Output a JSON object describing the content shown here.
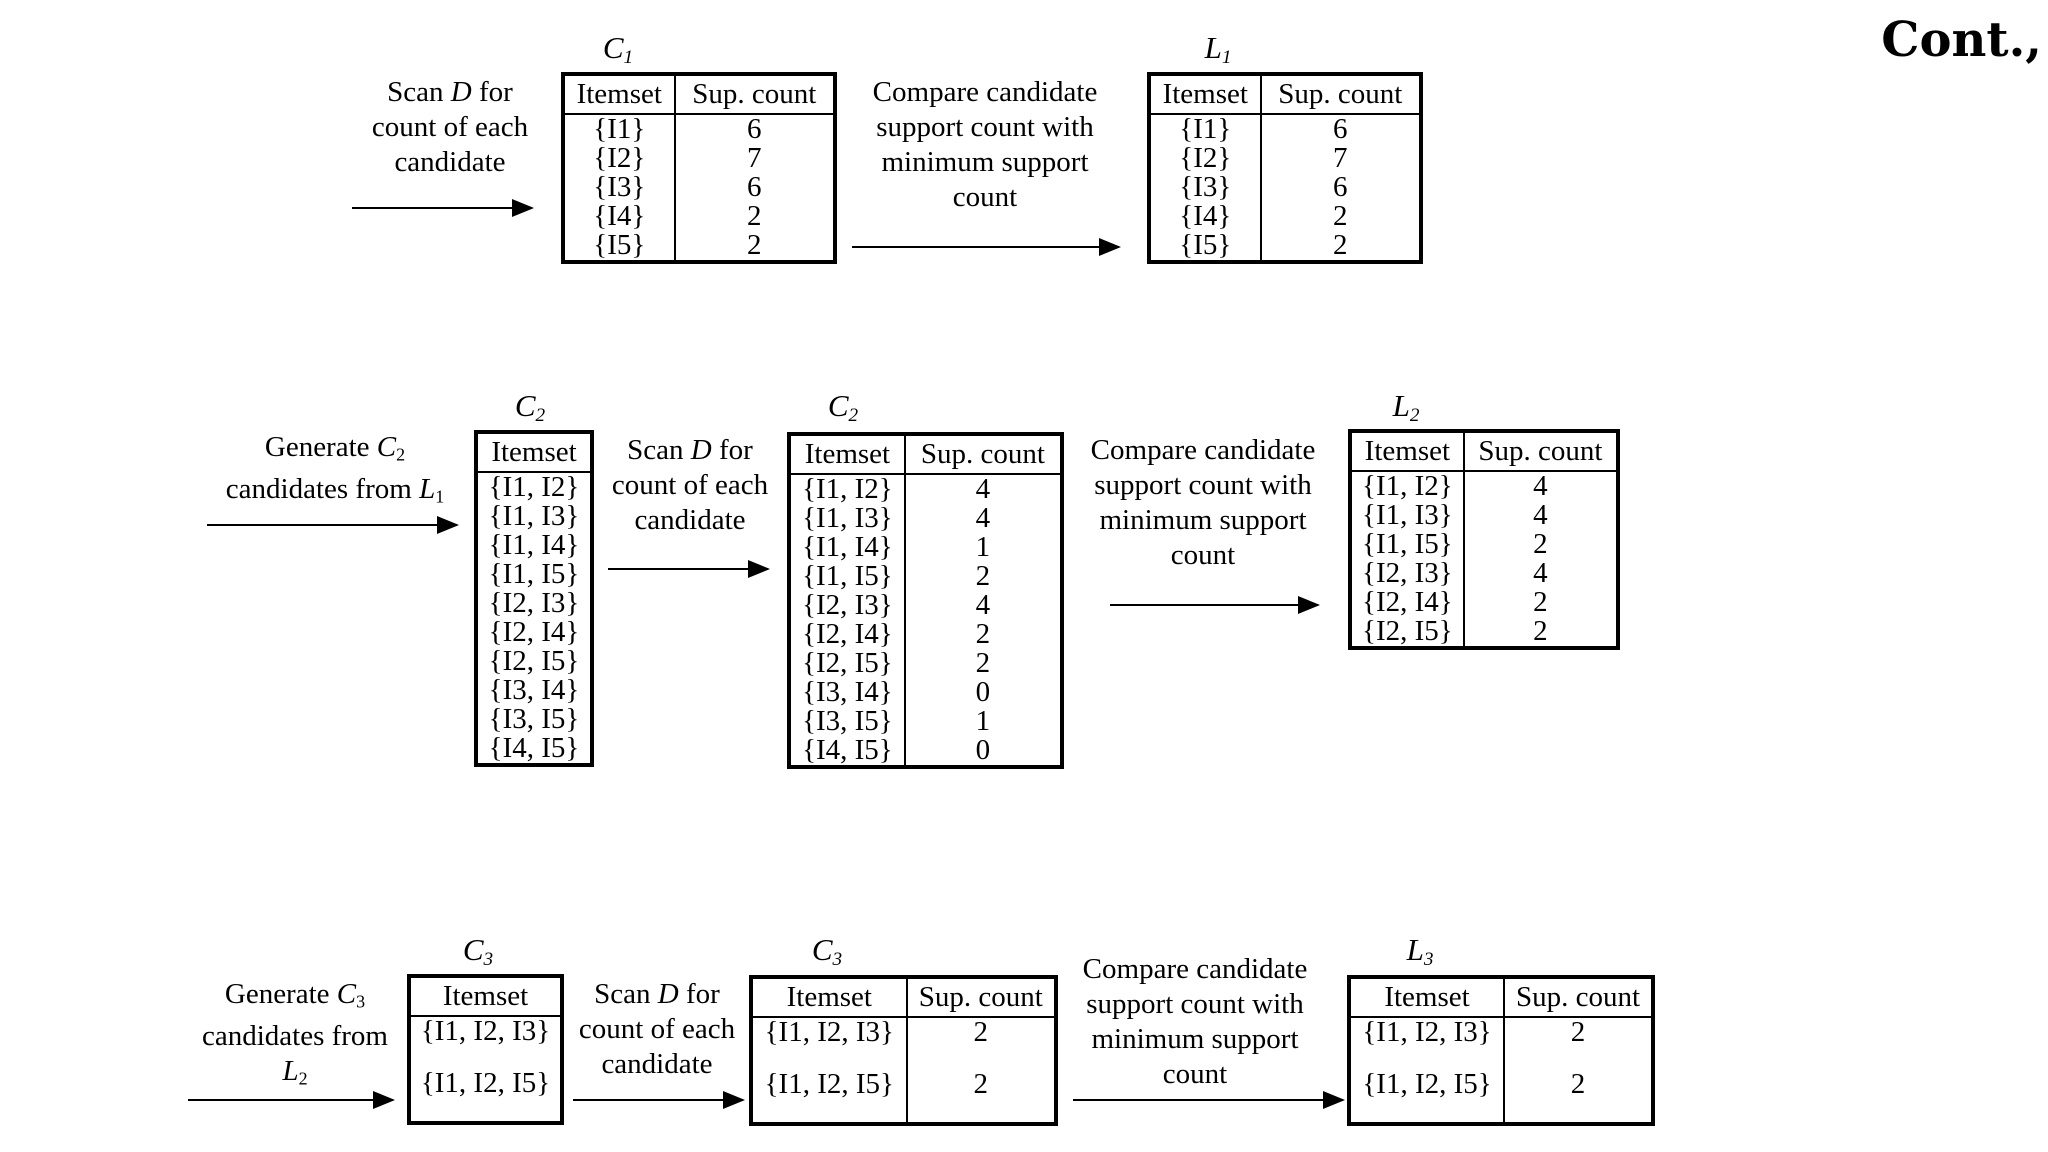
{
  "page": {
    "title": "Cont.,"
  },
  "row1": {
    "step_scan": "Scan D for\ncount of each\ncandidate",
    "step_compare": "Compare candidate\nsupport count with\nminimum support\ncount",
    "c1": {
      "label": "C",
      "sub": "1",
      "headers": [
        "Itemset",
        "Sup. count"
      ],
      "rows": [
        [
          "{I1}",
          "6"
        ],
        [
          "{I2}",
          "7"
        ],
        [
          "{I3}",
          "6"
        ],
        [
          "{I4}",
          "2"
        ],
        [
          "{I5}",
          "2"
        ]
      ]
    },
    "l1": {
      "label": "L",
      "sub": "1",
      "headers": [
        "Itemset",
        "Sup. count"
      ],
      "rows": [
        [
          "{I1}",
          "6"
        ],
        [
          "{I2}",
          "7"
        ],
        [
          "{I3}",
          "6"
        ],
        [
          "{I4}",
          "2"
        ],
        [
          "{I5}",
          "2"
        ]
      ]
    }
  },
  "row2": {
    "step_generate": "Generate C2\ncandidates from L1",
    "step_scan": "Scan D for\ncount of each\ncandidate",
    "step_compare": "Compare candidate\nsupport count with\nminimum support\ncount",
    "c2_gen": {
      "label": "C",
      "sub": "2",
      "headers": [
        "Itemset"
      ],
      "rows": [
        [
          "{I1, I2}"
        ],
        [
          "{I1, I3}"
        ],
        [
          "{I1, I4}"
        ],
        [
          "{I1, I5}"
        ],
        [
          "{I2, I3}"
        ],
        [
          "{I2, I4}"
        ],
        [
          "{I2, I5}"
        ],
        [
          "{I3, I4}"
        ],
        [
          "{I3, I5}"
        ],
        [
          "{I4, I5}"
        ]
      ]
    },
    "c2_count": {
      "label": "C",
      "sub": "2",
      "headers": [
        "Itemset",
        "Sup. count"
      ],
      "rows": [
        [
          "{I1, I2}",
          "4"
        ],
        [
          "{I1, I3}",
          "4"
        ],
        [
          "{I1, I4}",
          "1"
        ],
        [
          "{I1, I5}",
          "2"
        ],
        [
          "{I2, I3}",
          "4"
        ],
        [
          "{I2, I4}",
          "2"
        ],
        [
          "{I2, I5}",
          "2"
        ],
        [
          "{I3, I4}",
          "0"
        ],
        [
          "{I3, I5}",
          "1"
        ],
        [
          "{I4, I5}",
          "0"
        ]
      ]
    },
    "l2": {
      "label": "L",
      "sub": "2",
      "headers": [
        "Itemset",
        "Sup. count"
      ],
      "rows": [
        [
          "{I1, I2}",
          "4"
        ],
        [
          "{I1, I3}",
          "4"
        ],
        [
          "{I1, I5}",
          "2"
        ],
        [
          "{I2, I3}",
          "4"
        ],
        [
          "{I2, I4}",
          "2"
        ],
        [
          "{I2, I5}",
          "2"
        ]
      ]
    }
  },
  "row3": {
    "step_generate": "Generate C3\ncandidates from\nL2",
    "step_scan": "Scan D for\ncount of each\ncandidate",
    "step_compare": "Compare candidate\nsupport count with\nminimum support\ncount",
    "c3_gen": {
      "label": "C",
      "sub": "3",
      "headers": [
        "Itemset"
      ],
      "rows": [
        [
          "{I1, I2, I3}"
        ],
        [
          "{I1, I2, I5}"
        ]
      ]
    },
    "c3_count": {
      "label": "C",
      "sub": "3",
      "headers": [
        "Itemset",
        "Sup. count"
      ],
      "rows": [
        [
          "{I1, I2, I3}",
          "2"
        ],
        [
          "{I1, I2, I5}",
          "2"
        ]
      ]
    },
    "l3": {
      "label": "L",
      "sub": "3",
      "headers": [
        "Itemset",
        "Sup. count"
      ],
      "rows": [
        [
          "{I1, I2, I3}",
          "2"
        ],
        [
          "{I1, I2, I5}",
          "2"
        ]
      ]
    }
  }
}
